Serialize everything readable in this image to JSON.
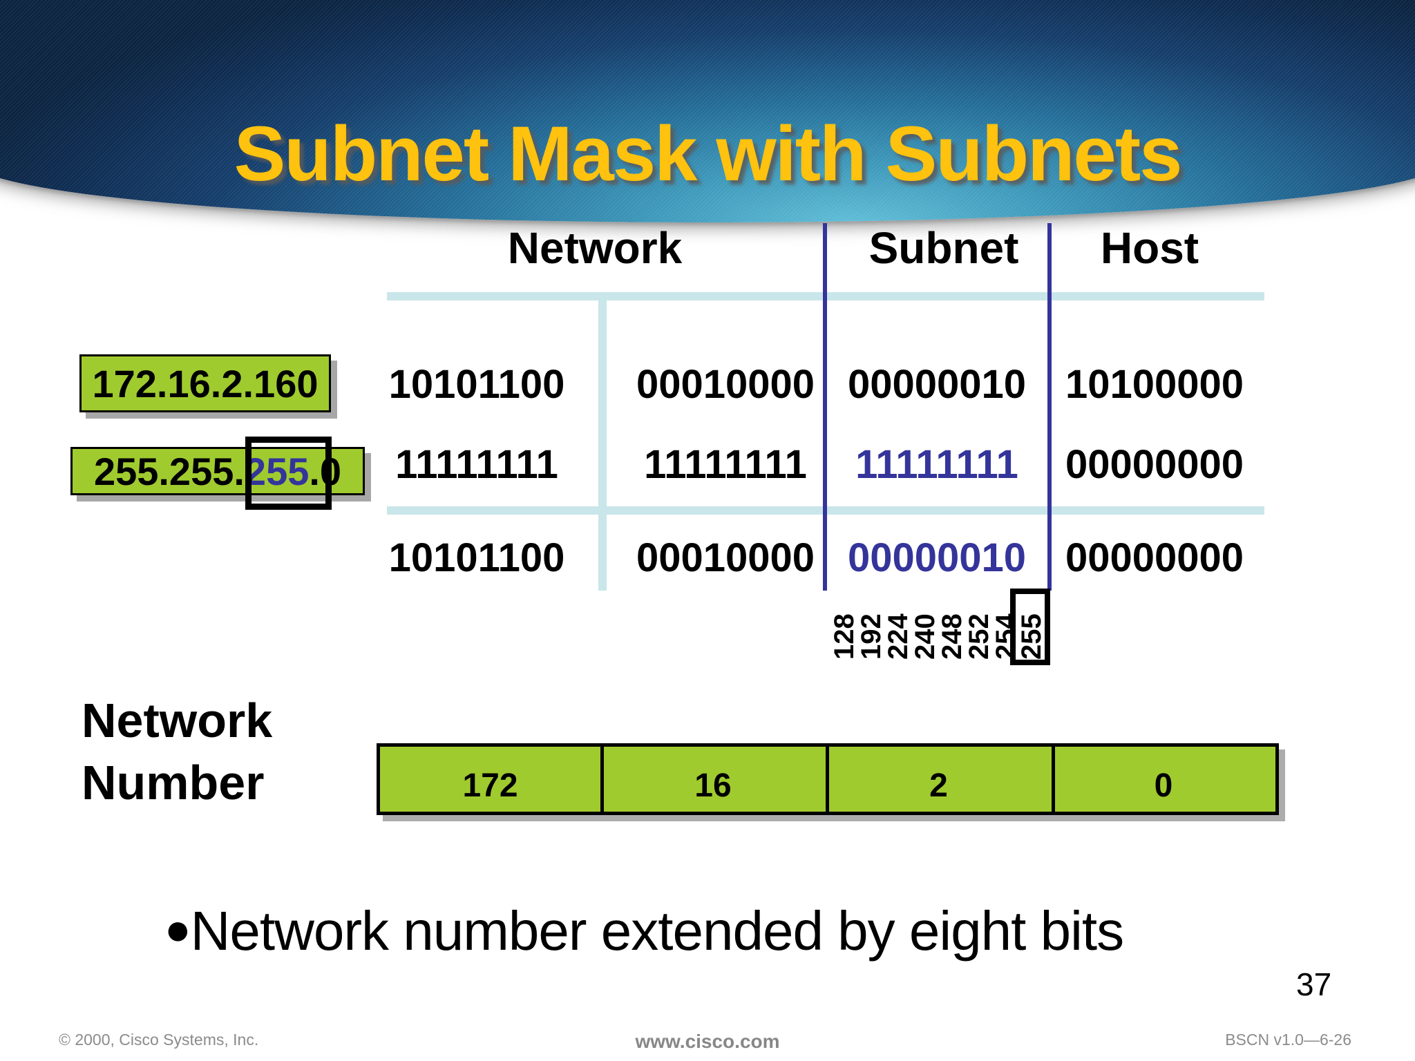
{
  "slide": {
    "title": "Subnet Mask with Subnets",
    "bullet_text": "Network number extended by eight bits",
    "page_number": "37"
  },
  "table": {
    "headers": {
      "network": "Network",
      "subnet": "Subnet",
      "host": "Host"
    },
    "address_label": "172.16.2.160",
    "mask_label": {
      "prefix": "255.255.",
      "highlight": "255",
      "suffix": ".0"
    },
    "rows": [
      {
        "octets": [
          "10101100",
          "00010000",
          "00000010",
          "10100000"
        ]
      },
      {
        "octets": [
          "11111111",
          "11111111",
          "11111111",
          "00000000"
        ]
      },
      {
        "octets": [
          "10101100",
          "00010000",
          "00000010",
          "00000000"
        ]
      }
    ],
    "subnet_values": [
      "128",
      "192",
      "224",
      "240",
      "248",
      "252",
      "254",
      "255"
    ]
  },
  "network_number": {
    "label_line1": "Network",
    "label_line2": "Number",
    "cells": [
      "172",
      "16",
      "2",
      "0"
    ]
  },
  "footer": {
    "left": "© 2000, Cisco Systems, Inc.",
    "center": "www.cisco.com",
    "right": "BSCN v1.0—6-26"
  },
  "colors": {
    "title_yellow": "#FFC20E",
    "accent_green": "#A0CB2F",
    "accent_blue": "#34349B",
    "table_line_light": "#C9E6EA",
    "banner_dark": "#0d2c52",
    "banner_glow": "#63c3dd"
  }
}
